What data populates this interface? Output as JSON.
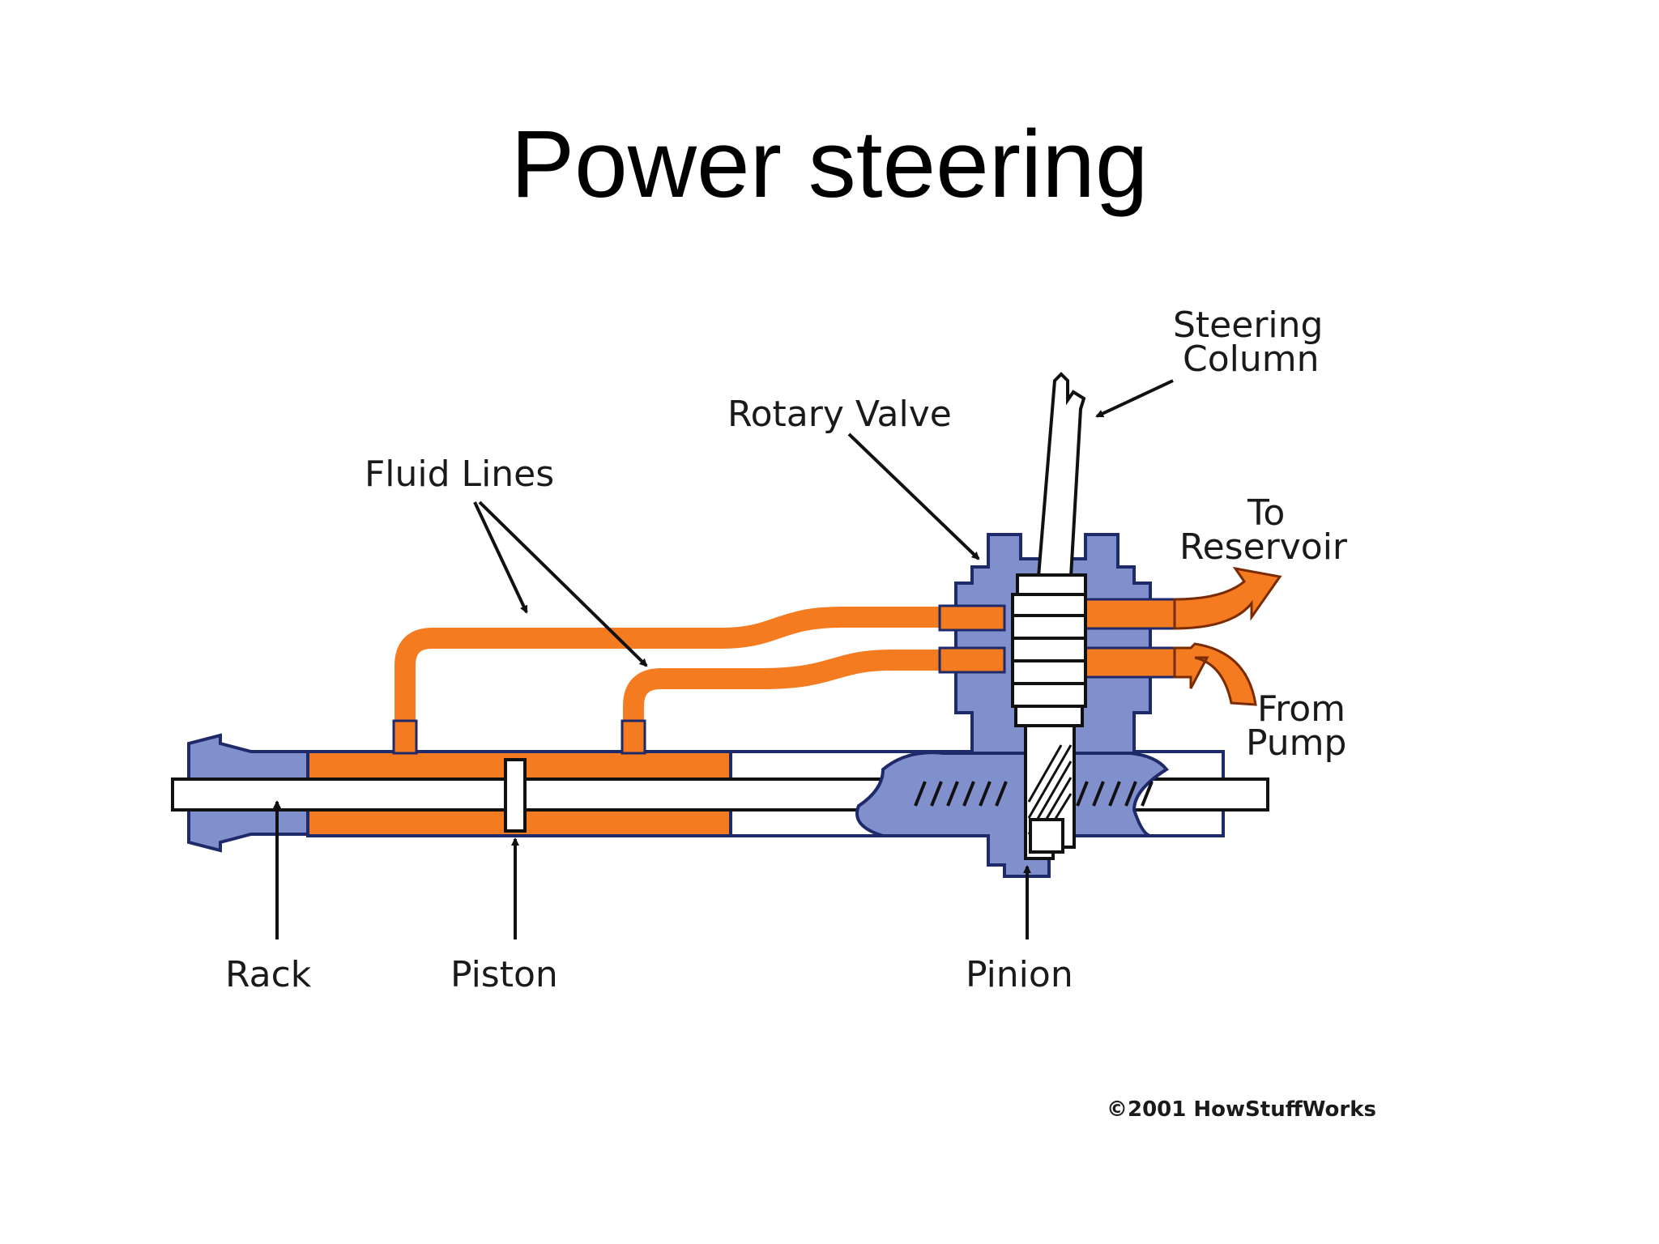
{
  "title": "Power steering",
  "labels": {
    "steering_column": [
      "Steering",
      "Column"
    ],
    "rotary_valve": "Rotary Valve",
    "fluid_lines": "Fluid Lines",
    "to_reservoir": [
      "To",
      "Reservoir"
    ],
    "from_pump": [
      "From",
      "Pump"
    ],
    "rack": "Rack",
    "piston": "Piston",
    "pinion": "Pinion"
  },
  "credit": "©2001 HowStuffWorks",
  "colors": {
    "fluid": "#f47b20",
    "housing": "#8090cc",
    "outline": "#1f2a6b",
    "text": "#1a1a1a"
  }
}
